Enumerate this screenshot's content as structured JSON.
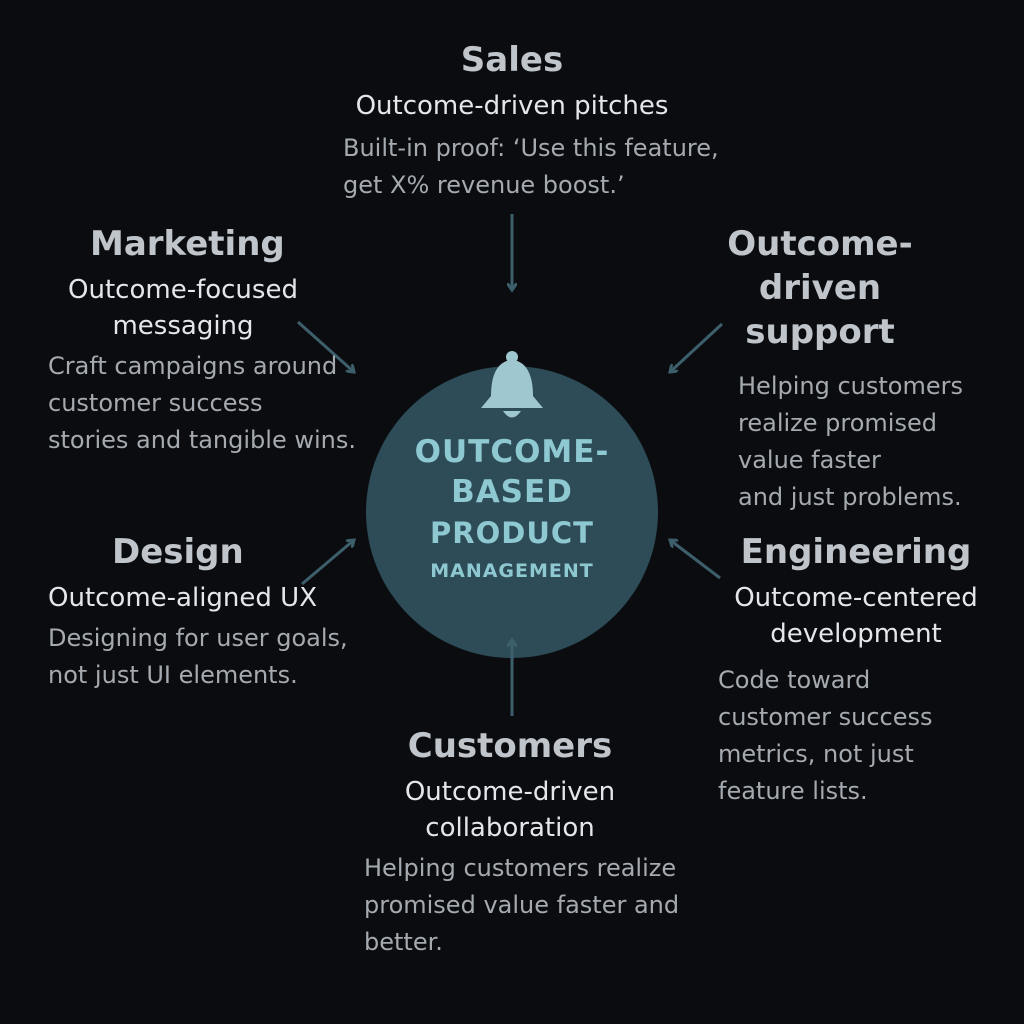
{
  "center": {
    "line1": "OUTCOME-",
    "line2": "BASED",
    "line3": "PRODUCT",
    "line4": "MANAGEMENT",
    "icon": "bell-icon"
  },
  "nodes": {
    "sales": {
      "title": "Sales",
      "subtitle": "Outcome-driven pitches",
      "description": "Built-in proof: ‘Use this feature,\nget X% revenue boost.’"
    },
    "marketing": {
      "title": "Marketing",
      "subtitle": "Outcome-focused\nmessaging",
      "description": "Craft campaigns around\ncustomer success\nstories and tangible wins."
    },
    "support": {
      "title": "Outcome-\ndriven support",
      "description": "Helping customers\nrealize promised\nvalue faster\nand just problems."
    },
    "design": {
      "title": "Design",
      "subtitle": "Outcome-aligned UX",
      "description": "Designing for user goals,\nnot just UI elements."
    },
    "engineering": {
      "title": "Engineering",
      "subtitle": "Outcome-centered\ndevelopment",
      "description": "Code toward\ncustomer success\nmetrics, not just\nfeature lists."
    },
    "customers": {
      "title": "Customers",
      "subtitle": "Outcome-driven\ncollaboration",
      "description": "Helping customers realize\npromised value faster and\nbetter."
    }
  },
  "colors": {
    "background": "#0b0c0f",
    "circle": "#2e4c58",
    "arrow": "#3d5f6b",
    "center_text": "#8ec8d1"
  }
}
